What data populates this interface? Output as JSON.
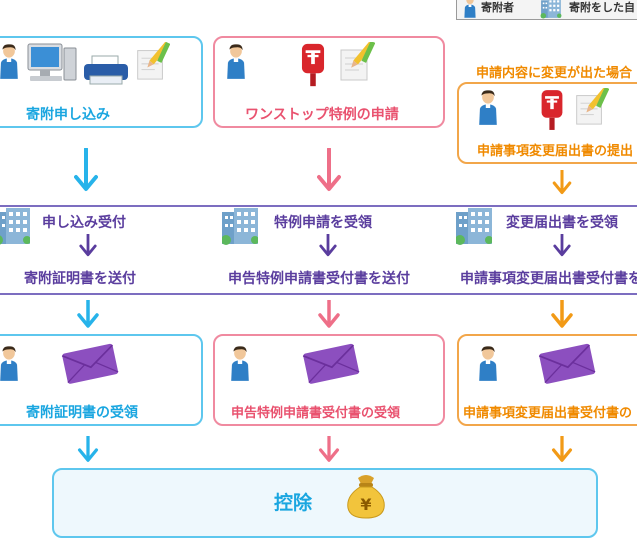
{
  "legend": {
    "donor_label": "寄附者",
    "municipality_label": "寄附をした自"
  },
  "col1": {
    "apply": "寄附申し込み",
    "receive_app": "申し込み受付",
    "send_cert": "寄附証明書を送付",
    "receive_cert": "寄附証明書の受領"
  },
  "col2": {
    "apply": "ワンストップ特例の申請",
    "receive_app": "特例申請を受領",
    "send_cert": "申告特例申請書受付書を送付",
    "receive_cert": "申告特例申請書受付書の受領"
  },
  "col3": {
    "note": "申請内容に変更が出た場合",
    "apply": "申請事項変更届出書の提出",
    "receive_app": "変更届出書を受領",
    "send_cert": "申請事項変更届出書受付書を",
    "receive_cert": "申請事項変更届出書受付書の"
  },
  "result": {
    "label": "控除",
    "yen_symbol": "¥"
  },
  "colors": {
    "blue": "#1aa6e0",
    "pink": "#e9526f",
    "orange": "#f08a00",
    "purple": "#5a3d9e"
  },
  "icons": [
    "person-icon",
    "computer-icon",
    "printer-icon",
    "pencil-paper-icon",
    "postbox-icon",
    "building-icon",
    "envelope-icon",
    "money-bag-icon",
    "arrow-down-icon"
  ]
}
